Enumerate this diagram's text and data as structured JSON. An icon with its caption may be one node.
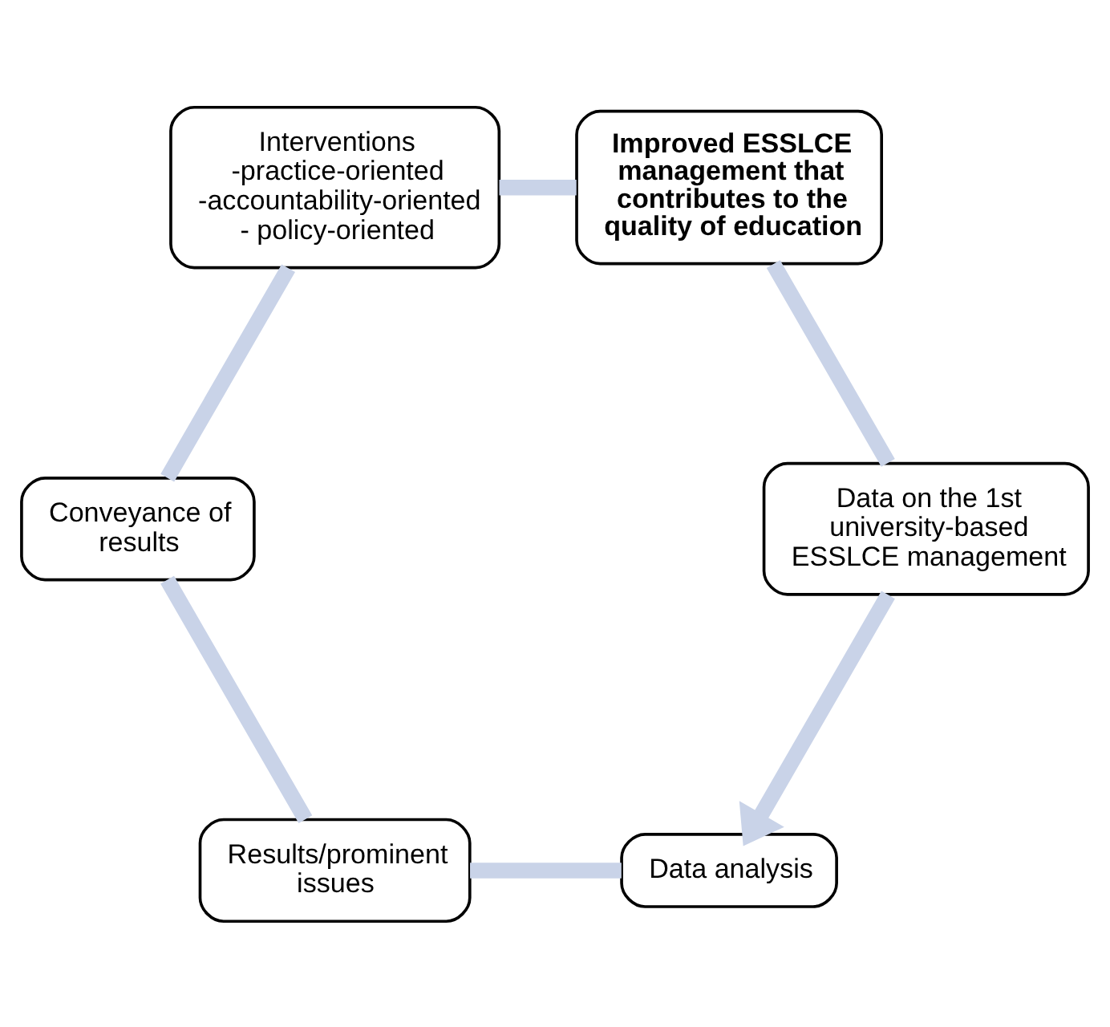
{
  "diagram": {
    "nodes": [
      {
        "text": [
          "Data analysis"
        ]
      },
      {
        "text": [
          "Data on the 1st university-based ESSLCE management"
        ]
      },
      {
        "text": [
          "Results/prominent issues"
        ]
      },
      {
        "text": [
          "Conveyance of results"
        ]
      },
      {
        "text": [
          "Improved ESSLCE management that contributes to the quality of education"
        ]
      },
      {
        "text": [
          "Interventions",
          "-practice-oriented",
          "-accountability-oriented",
          "- policy-oriented"
        ]
      }
    ],
    "edges": [
      {
        "from": 0,
        "to": 2,
        "arrow": "none"
      },
      {
        "from": 2,
        "to": 3,
        "arrow": "none"
      },
      {
        "from": 3,
        "to": 5,
        "arrow": "none"
      },
      {
        "from": 5,
        "to": 4,
        "arrow": "none"
      },
      {
        "from": 4,
        "to": 1,
        "arrow": "none"
      },
      {
        "from": 1,
        "to": 0,
        "arrow": "to"
      }
    ]
  }
}
